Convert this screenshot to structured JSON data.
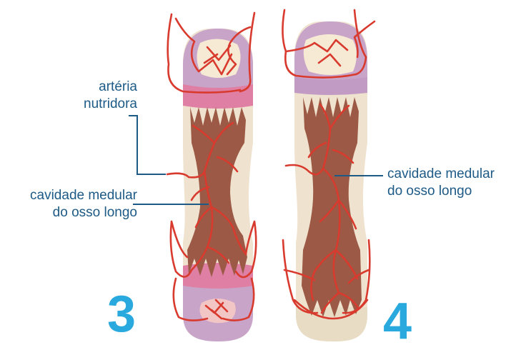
{
  "labels": {
    "nutrient_artery": [
      "artéria",
      "nutridora"
    ],
    "marrow_cavity_left": [
      "cavidade medular",
      "do osso longo"
    ],
    "marrow_cavity_right": [
      "cavidade medular",
      "do osso longo"
    ]
  },
  "stages": [
    "3",
    "4"
  ],
  "colors": {
    "label_text": "#1d5a86",
    "leader_line": "#1d5a86",
    "stage_number": "#29a9dd",
    "artery": "#d93a2e",
    "marrow": "#9c5a46",
    "bone_shaft": "#efe3cf",
    "epiphysis": "#c9a4c9",
    "growth_plate": "#df7fa4",
    "ossification_center": "#f6ead4"
  }
}
